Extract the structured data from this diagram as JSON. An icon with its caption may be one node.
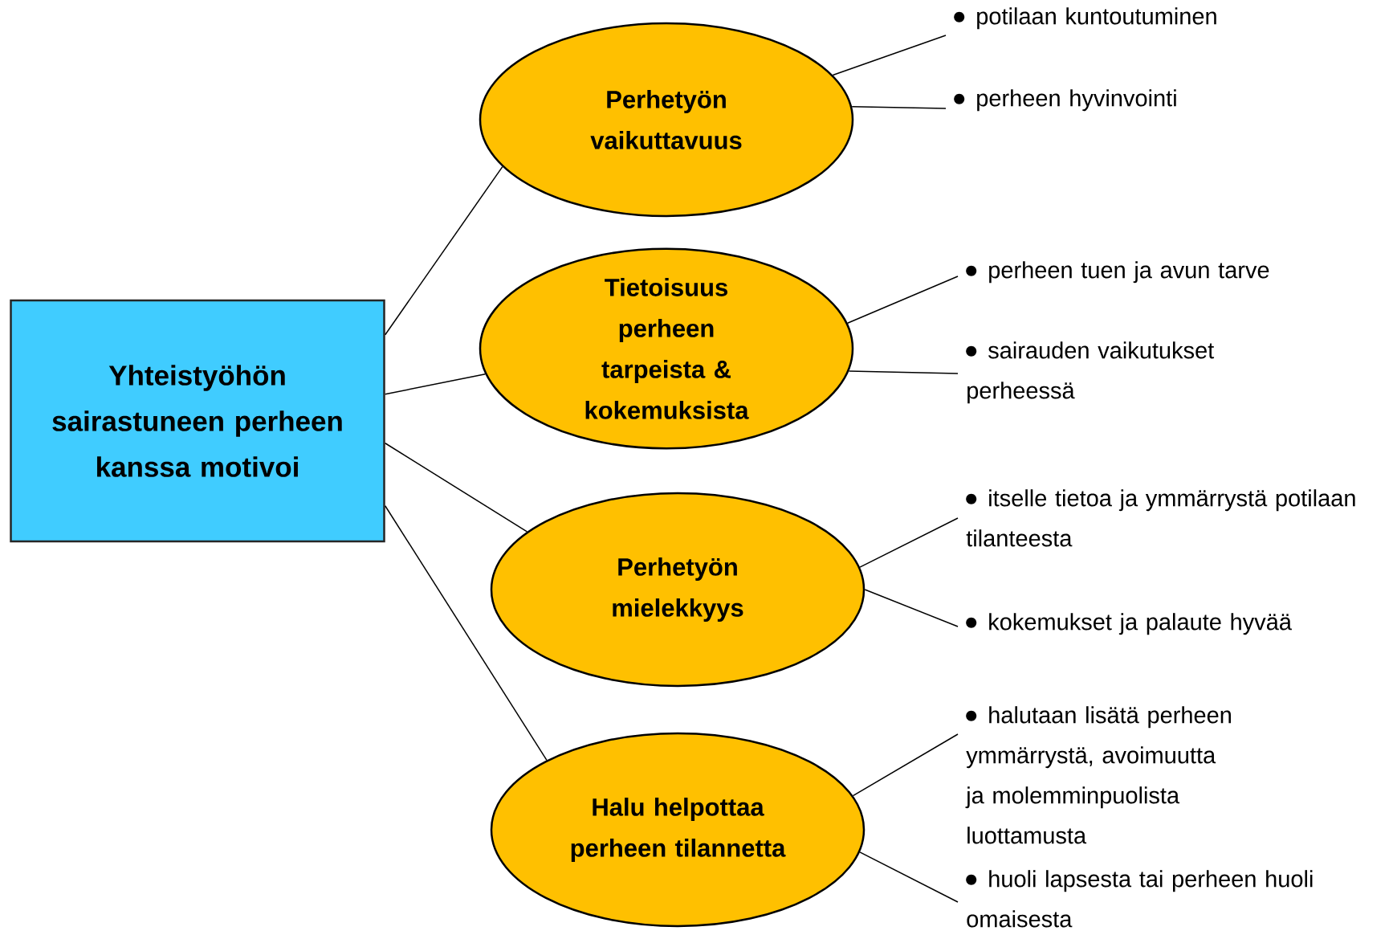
{
  "diagram": {
    "nodes": [
      {
        "text": [
          "Yhteistyöhön sairastuneen perheen kanssa motivoi"
        ]
      },
      {
        "text": [
          "Perhetyön vaikuttavuus"
        ]
      },
      {
        "text": [
          "Tietoisuus perheen tarpeista & kokemuksista"
        ]
      },
      {
        "text": [
          "Perhetyön mielekkyys"
        ]
      },
      {
        "text": [
          "Halu helpottaa perheen tilannetta"
        ]
      },
      {
        "text": [
          "potilaan kuntoutuminen"
        ]
      },
      {
        "text": [
          "perheen hyvinvointi"
        ]
      },
      {
        "text": [
          "perheen tuen ja avun tarve"
        ]
      },
      {
        "text": [
          "sairauden vaikutukset perheessä"
        ]
      },
      {
        "text": [
          "itselle tietoa ja ymmärrystä potilaan tilanteesta"
        ]
      },
      {
        "text": [
          "kokemukset ja palaute hyvää"
        ]
      },
      {
        "text": [
          "halutaan lisätä perheen ymmärrystä, avoimuutta ja molemminpuolista luottamusta"
        ]
      },
      {
        "text": [
          "huoli lapsesta tai perheen huoli omaisesta"
        ]
      }
    ],
    "edges": [
      {
        "from": 0,
        "to": 1,
        "arrow": "none"
      },
      {
        "from": 0,
        "to": 2,
        "arrow": "none"
      },
      {
        "from": 0,
        "to": 3,
        "arrow": "none"
      },
      {
        "from": 0,
        "to": 4,
        "arrow": "none"
      },
      {
        "from": 1,
        "to": 5,
        "arrow": "none"
      },
      {
        "from": 1,
        "to": 6,
        "arrow": "none"
      },
      {
        "from": 2,
        "to": 7,
        "arrow": "none"
      },
      {
        "from": 2,
        "to": 8,
        "arrow": "none"
      },
      {
        "from": 3,
        "to": 9,
        "arrow": "none"
      },
      {
        "from": 3,
        "to": 10,
        "arrow": "none"
      },
      {
        "from": 4,
        "to": 11,
        "arrow": "none"
      },
      {
        "from": 4,
        "to": 12,
        "arrow": "none"
      }
    ]
  }
}
